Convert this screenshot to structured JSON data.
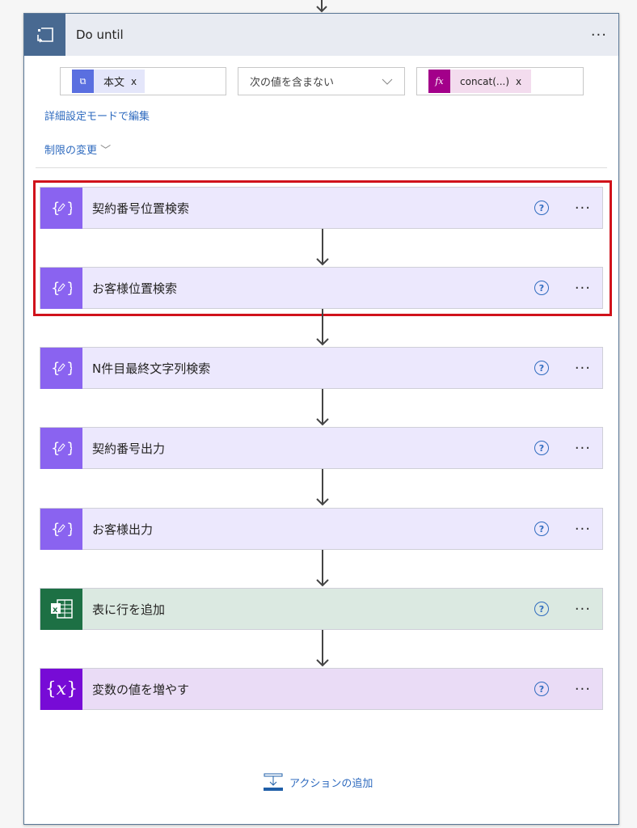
{
  "loop": {
    "title": "Do until",
    "more": "···"
  },
  "condition": {
    "left_token": "本文",
    "operator": "次の値を含まない",
    "right_token": "concat(...)",
    "remove": "x",
    "fx": "fx"
  },
  "links": {
    "advanced": "詳細設定モードで編集",
    "limits": "制限の変更"
  },
  "actions": [
    {
      "label": "契約番号位置検索",
      "type": "compose"
    },
    {
      "label": "お客様位置検索",
      "type": "compose"
    },
    {
      "label": "N件目最終文字列検索",
      "type": "compose"
    },
    {
      "label": "契約番号出力",
      "type": "compose"
    },
    {
      "label": "お客様出力",
      "type": "compose"
    },
    {
      "label": "表に行を追加",
      "type": "excel"
    },
    {
      "label": "変数の値を増やす",
      "type": "variable"
    }
  ],
  "help": "?",
  "more": "···",
  "add_action": "アクションの追加",
  "colors": {
    "compose": "#8a63f0",
    "compose_bg": "#ece8fd",
    "excel": "#1d7044",
    "excel_bg": "#dbe9e1",
    "variable": "#770bd6",
    "variable_bg": "#eadcf6",
    "highlight": "#d0121b"
  }
}
